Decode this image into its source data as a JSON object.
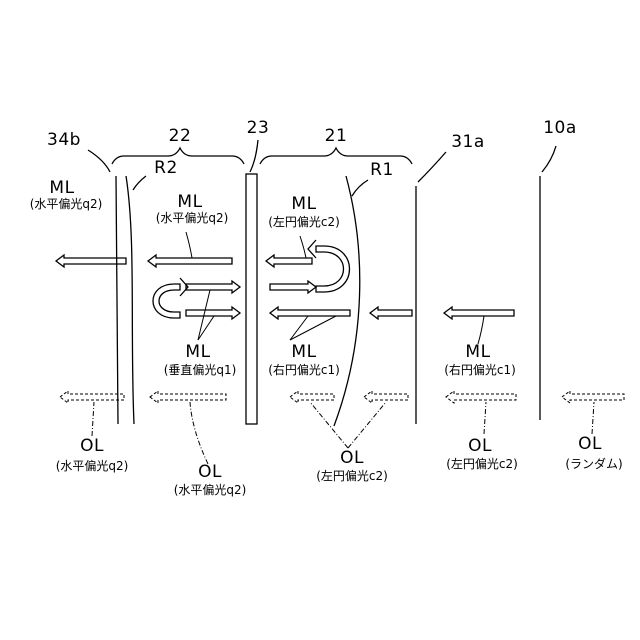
{
  "refs": {
    "r34b": "34b",
    "r22": "22",
    "r23": "23",
    "r21": "21",
    "r31a": "31a",
    "r10a": "10a",
    "rR2": "R2",
    "rR1": "R1"
  },
  "labels": {
    "ml_left": {
      "head": "ML",
      "sub": "(水平偏光q2)"
    },
    "ml_22top": {
      "head": "ML",
      "sub": "(水平偏光q2)"
    },
    "ml_21top": {
      "head": "ML",
      "sub": "(左円偏光c2)"
    },
    "ml_22bot": {
      "head": "ML",
      "sub": "(垂直偏光q1)"
    },
    "ml_21bot": {
      "head": "ML",
      "sub": "(右円偏光c1)"
    },
    "ml_31": {
      "head": "ML",
      "sub": "(右円偏光c1)"
    },
    "ol_left": {
      "head": "OL",
      "sub": "(水平偏光q2)"
    },
    "ol_22": {
      "head": "OL",
      "sub": "(水平偏光q2)"
    },
    "ol_21": {
      "head": "OL",
      "sub": "(左円偏光c2)"
    },
    "ol_31": {
      "head": "OL",
      "sub": "(左円偏光c2)"
    },
    "ol_10": {
      "head": "OL",
      "sub": "(ランダム)"
    }
  },
  "colors": {
    "ink": "#000000",
    "background": "#ffffff"
  }
}
